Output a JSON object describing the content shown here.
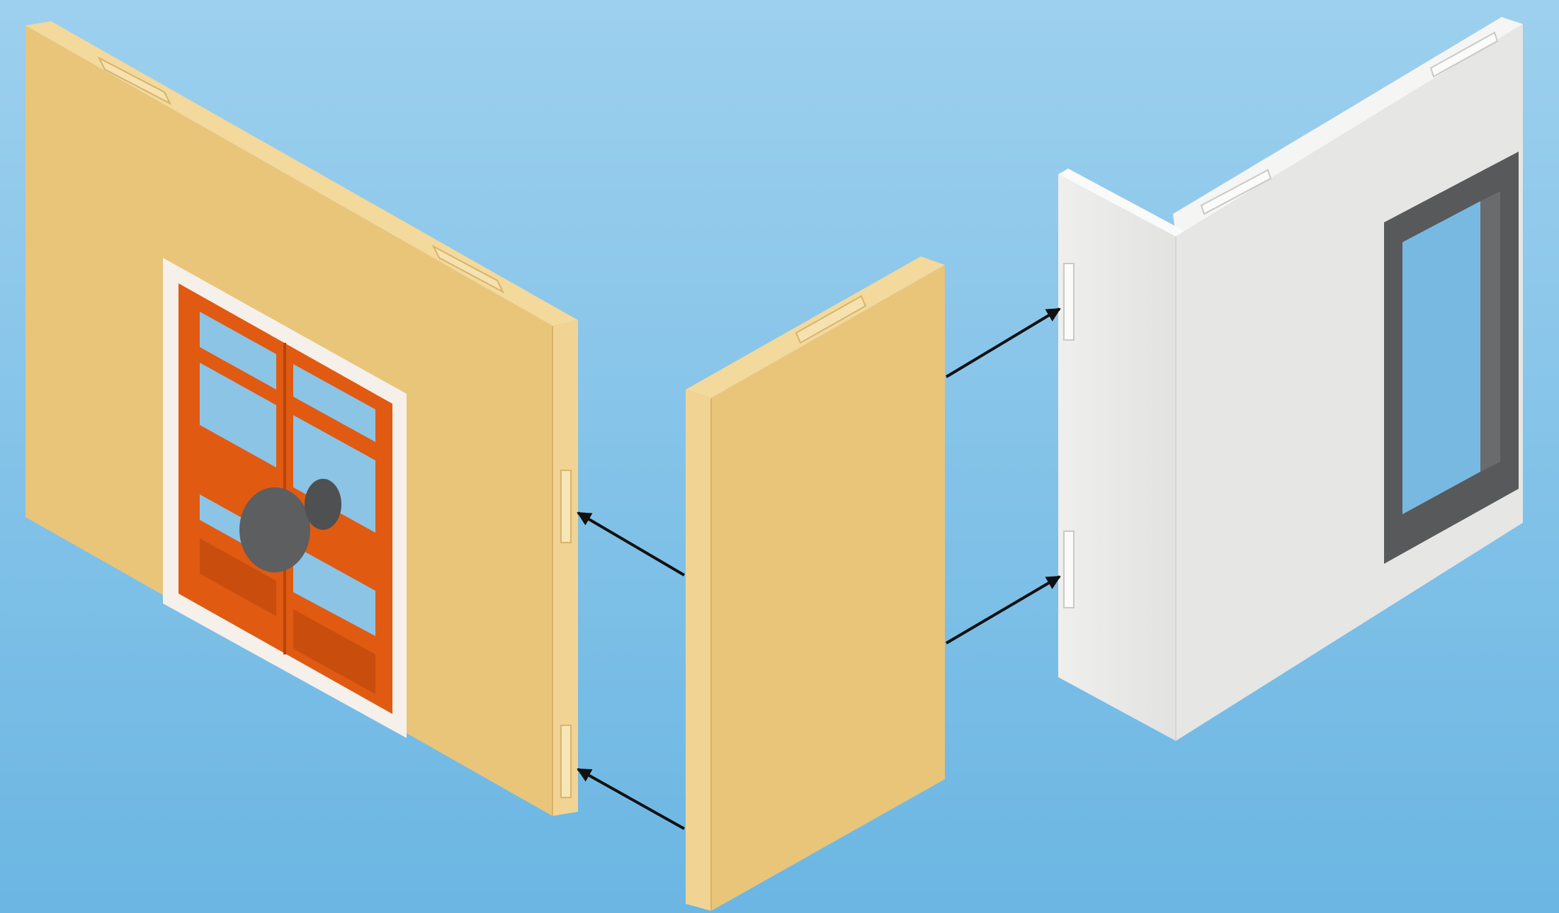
{
  "diagram": {
    "parts": [
      {
        "id": "left-wall-panel",
        "kind": "wall-panel",
        "features": [
          "double-door-opening",
          "connector-slots"
        ]
      },
      {
        "id": "center-connector-panel",
        "kind": "filler-panel",
        "features": [
          "connector-slot"
        ]
      },
      {
        "id": "right-corner-panel",
        "kind": "corner-wall-panel",
        "features": [
          "window-opening",
          "connector-slots"
        ]
      }
    ],
    "arrows": [
      {
        "from": "center-connector-panel",
        "to": "left-wall-panel",
        "position": "upper"
      },
      {
        "from": "center-connector-panel",
        "to": "left-wall-panel",
        "position": "lower"
      },
      {
        "from": "center-connector-panel",
        "to": "right-corner-panel",
        "position": "upper"
      },
      {
        "from": "center-connector-panel",
        "to": "right-corner-panel",
        "position": "lower"
      }
    ]
  },
  "colors": {
    "background_top": "#9dd0ee",
    "background_bottom": "#6bb6e3",
    "panel_face": "#e9c57a",
    "panel_side": "#f1d494",
    "panel_top": "#f3d99c",
    "door_frame": "#e05a12",
    "door_trim": "#f5f0ea",
    "handle": "#5c5e60",
    "white_face": "#e6e6e4",
    "white_side": "#f2f2f1",
    "window_frame": "#58595b",
    "arrow": "#111111"
  },
  "icons": {
    "handle_shape": "round-knob",
    "arrow_head": "filled-triangle"
  }
}
